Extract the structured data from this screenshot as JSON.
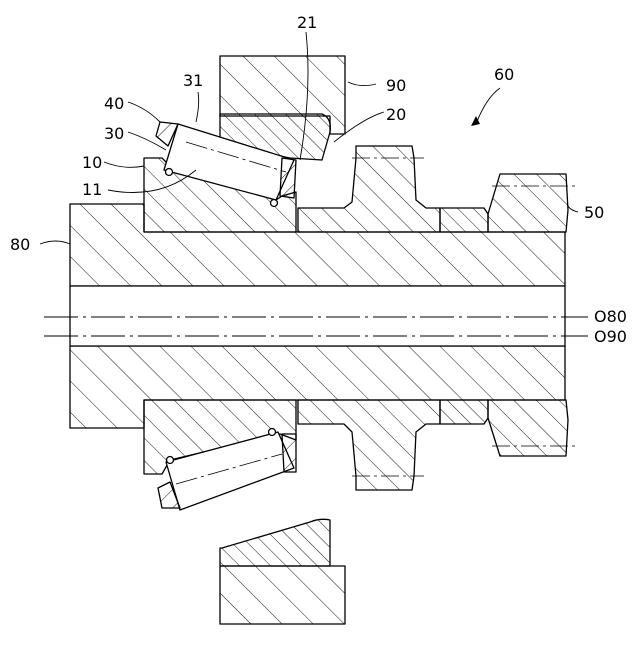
{
  "labels": {
    "l21": "21",
    "l90": "90",
    "l60": "60",
    "l31": "31",
    "l20": "20",
    "l40": "40",
    "l30": "30",
    "l10": "10",
    "l11": "11",
    "l50": "50",
    "l80": "80",
    "lO80": "O80",
    "lO90": "O90"
  }
}
